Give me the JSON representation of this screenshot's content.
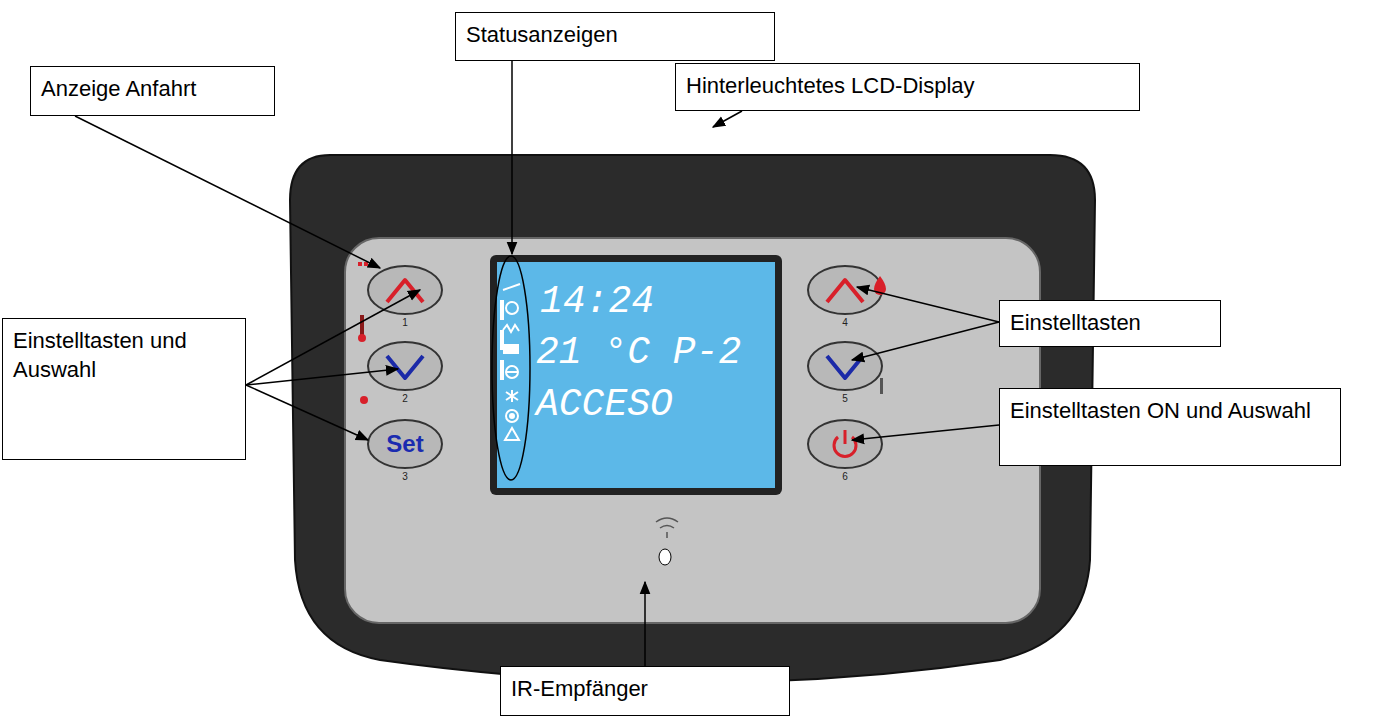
{
  "diagram": {
    "nodes": [
      {
        "text": [
          "Statusanzeigen"
        ]
      },
      {
        "text": [
          "Anzeige Anfahrt"
        ]
      },
      {
        "text": [
          "Hinterleuchtetes LCD-Display"
        ]
      },
      {
        "text": [
          "Einstelltasten und Auswahl"
        ]
      },
      {
        "text": [
          "Einstelltasten"
        ]
      },
      {
        "text": [
          "Einstelltasten ON und Auswahl"
        ]
      },
      {
        "text": [
          "IR-Empfänger"
        ]
      }
    ],
    "labels": [
      "14:24",
      "21 °C P-2",
      "ACCESO",
      "Set",
      "1",
      "2",
      "3",
      "4",
      "5",
      "6"
    ]
  }
}
